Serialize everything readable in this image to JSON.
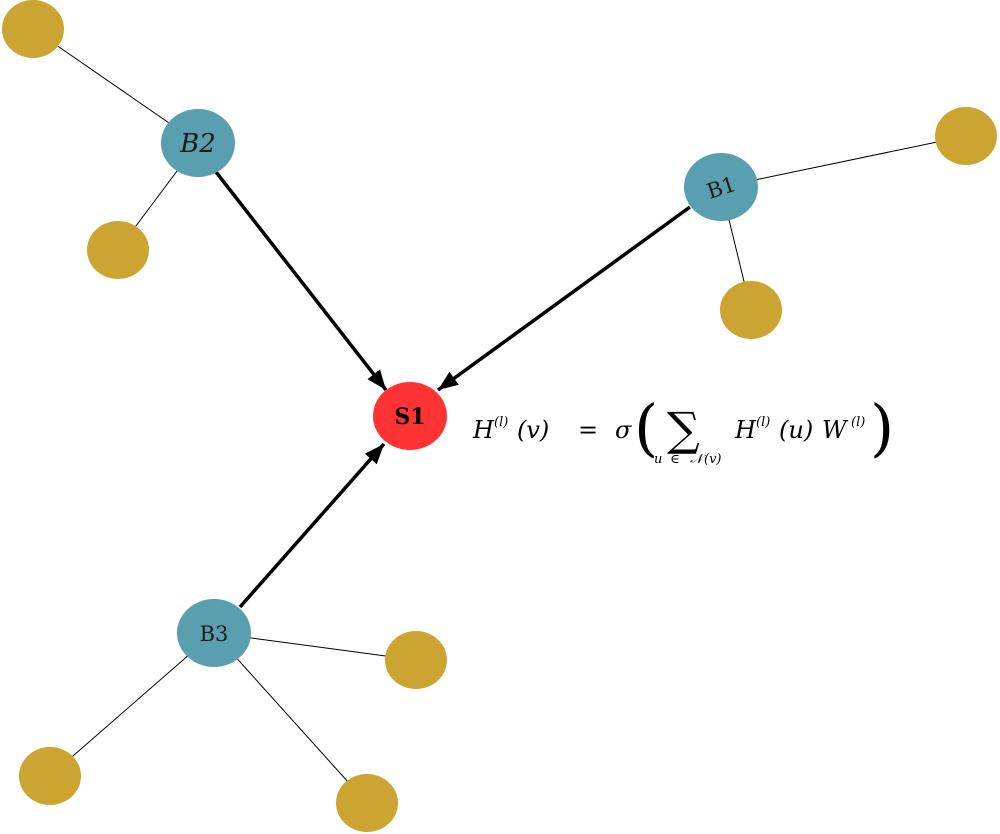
{
  "colors": {
    "hub": "#5a9fb0",
    "leaf": "#cca431",
    "target": "#ff3333",
    "edge": "#000000"
  },
  "nodes": {
    "s1": {
      "label": "S1"
    },
    "b1": {
      "label": "B1"
    },
    "b2": {
      "label": "B2"
    },
    "b3": {
      "label": "B3"
    }
  },
  "formula": {
    "lhs_H": "H",
    "lhs_sup": "(l)",
    "lhs_arg": "(v)",
    "equals": "=",
    "sigma": "σ",
    "open_paren": "(",
    "sum": "∑",
    "sub_u": "u",
    "sub_in": "∈",
    "sub_N": "𝒩",
    "sub_v": "(v)",
    "rhs_H": "H",
    "rhs_sup1": "(l)",
    "rhs_arg": "(u)",
    "rhs_W": "W",
    "rhs_sup2": "(l)",
    "close_paren": ")"
  }
}
